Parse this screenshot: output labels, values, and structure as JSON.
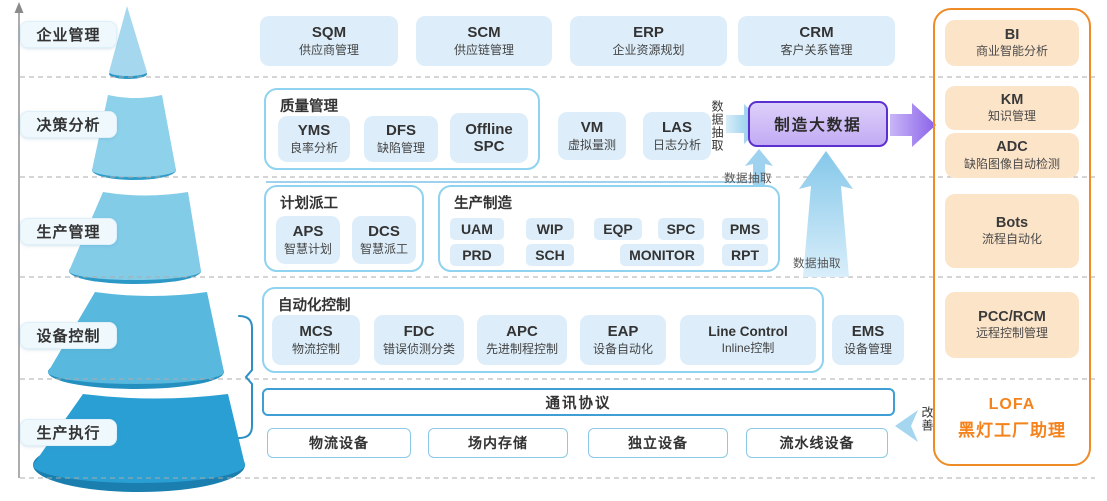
{
  "pyramid": {
    "levels": [
      {
        "label": "企业管理"
      },
      {
        "label": "决策分析"
      },
      {
        "label": "生产管理"
      },
      {
        "label": "设备控制"
      },
      {
        "label": "生产执行"
      }
    ]
  },
  "enterprise_row": {
    "modules": [
      {
        "code": "SQM",
        "name": "供应商管理"
      },
      {
        "code": "SCM",
        "name": "供应链管理"
      },
      {
        "code": "ERP",
        "name": "企业资源规划"
      },
      {
        "code": "CRM",
        "name": "客户关系管理"
      }
    ]
  },
  "decision_row": {
    "quality_group": {
      "title": "质量管理",
      "modules": [
        {
          "code": "YMS",
          "name": "良率分析"
        },
        {
          "code": "DFS",
          "name": "缺陷管理"
        },
        {
          "code": "Offline SPC",
          "name": ""
        }
      ]
    },
    "vm": {
      "code": "VM",
      "name": "虚拟量测"
    },
    "las": {
      "code": "LAS",
      "name": "日志分析"
    },
    "big_data": {
      "label": "制造大数据"
    }
  },
  "production_row": {
    "planning_group": {
      "title": "计划派工",
      "modules": [
        {
          "code": "APS",
          "name": "智慧计划"
        },
        {
          "code": "DCS",
          "name": "智慧派工"
        }
      ]
    },
    "manufacturing_group": {
      "title": "生产制造",
      "row1": [
        "UAM",
        "WIP",
        "EQP",
        "SPC",
        "PMS"
      ],
      "row2": [
        "PRD",
        "SCH",
        "MONITOR",
        "RPT"
      ]
    }
  },
  "control_row": {
    "automation_group": {
      "title": "自动化控制",
      "modules": [
        {
          "code": "MCS",
          "name": "物流控制"
        },
        {
          "code": "FDC",
          "name": "错误侦测分类"
        },
        {
          "code": "APC",
          "name": "先进制程控制"
        },
        {
          "code": "EAP",
          "name": "设备自动化"
        },
        {
          "code": "Line Control",
          "name": "Inline控制"
        }
      ]
    },
    "ems": {
      "code": "EMS",
      "name": "设备管理"
    }
  },
  "execution_row": {
    "protocol_bar": "通讯协议",
    "devices": [
      "物流设备",
      "场内存储",
      "独立设备",
      "流水线设备"
    ]
  },
  "labels": {
    "data_extract": "数据抽取",
    "improve": "改善"
  },
  "right_panel": {
    "modules": [
      {
        "code": "BI",
        "name": "商业智能分析"
      },
      {
        "code": "KM",
        "name": "知识管理"
      },
      {
        "code": "ADC",
        "name": "缺陷图像自动检测"
      },
      {
        "code": "Bots",
        "name": "流程自动化"
      },
      {
        "code": "PCC/RCM",
        "name": "远程控制管理"
      }
    ],
    "assistant": {
      "code": "LOFA",
      "name": "黑灯工厂助理"
    }
  },
  "colors": {
    "accent_orange": "#f5831d",
    "purple_border": "#5b2fd0",
    "arrow_blue": "#9fd2ee",
    "box_blue": "#ddeefa"
  }
}
